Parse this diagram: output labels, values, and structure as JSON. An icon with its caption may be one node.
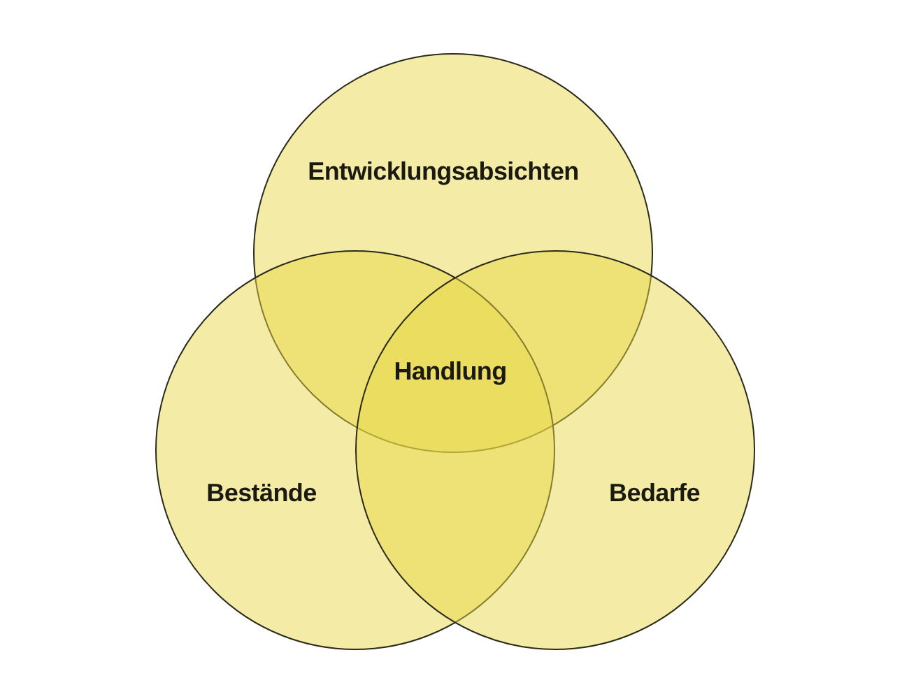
{
  "diagram": {
    "nodes": [
      {
        "text": [
          "Entwicklungsabsichten"
        ]
      },
      {
        "text": [
          "Bestände"
        ]
      },
      {
        "text": [
          "Bedarfe"
        ]
      }
    ],
    "labels": [
      "Handlung"
    ]
  }
}
